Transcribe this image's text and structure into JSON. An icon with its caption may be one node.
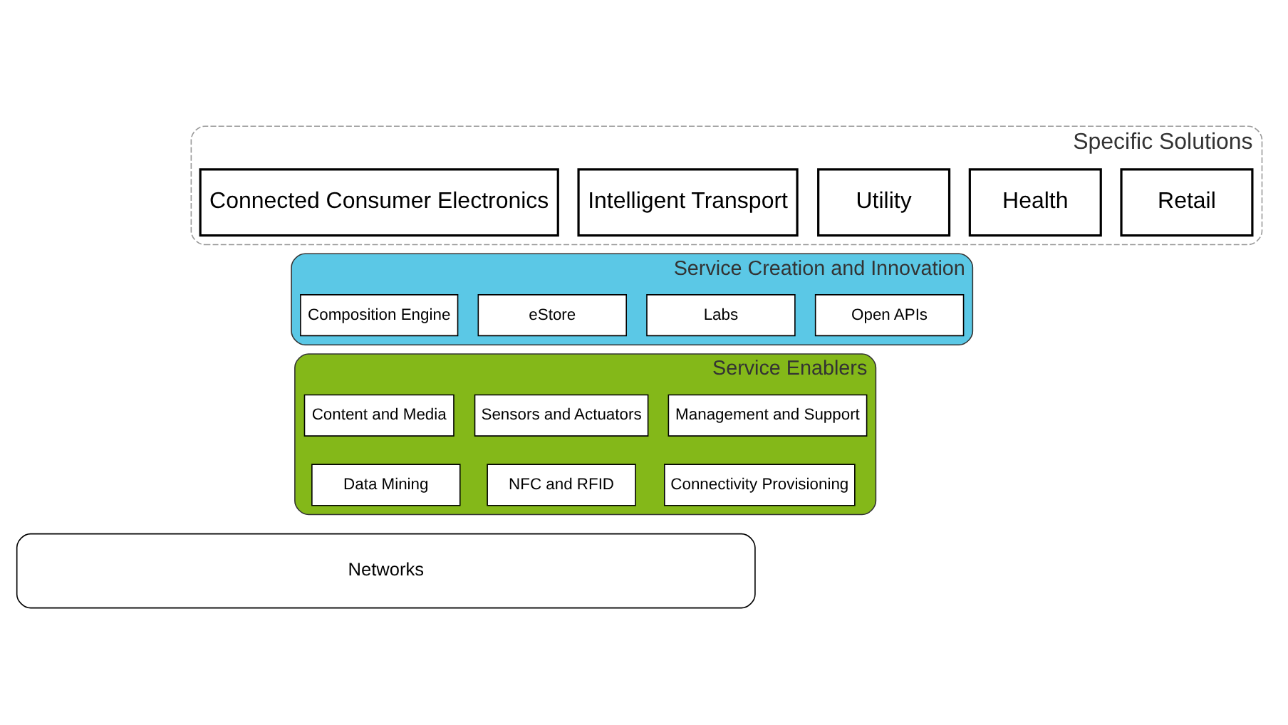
{
  "diagram": {
    "nodes": [
      {
        "text": [
          "Specific Solutions"
        ]
      },
      {
        "text": [
          "Connected Consumer Electronics"
        ],
        "in": 0
      },
      {
        "text": [
          "Intelligent Transport"
        ],
        "in": 0
      },
      {
        "text": [
          "Utility"
        ],
        "in": 0
      },
      {
        "text": [
          "Health"
        ],
        "in": 0
      },
      {
        "text": [
          "Retail"
        ],
        "in": 0
      },
      {
        "text": [
          "Service Creation and Innovation"
        ]
      },
      {
        "text": [
          "Composition Engine"
        ],
        "in": 6
      },
      {
        "text": [
          "eStore"
        ],
        "in": 6
      },
      {
        "text": [
          "Labs"
        ],
        "in": 6
      },
      {
        "text": [
          "Open APIs"
        ],
        "in": 6
      },
      {
        "text": [
          "Service Enablers"
        ]
      },
      {
        "text": [
          "Content and Media"
        ],
        "in": 11
      },
      {
        "text": [
          "Sensors and Actuators"
        ],
        "in": 11
      },
      {
        "text": [
          "Management and Support"
        ],
        "in": 11
      },
      {
        "text": [
          "Data Mining"
        ],
        "in": 11
      },
      {
        "text": [
          "NFC and RFID"
        ],
        "in": 11
      },
      {
        "text": [
          "Connectivity Provisioning"
        ],
        "in": 11
      },
      {
        "text": [
          "Networks"
        ]
      }
    ]
  }
}
